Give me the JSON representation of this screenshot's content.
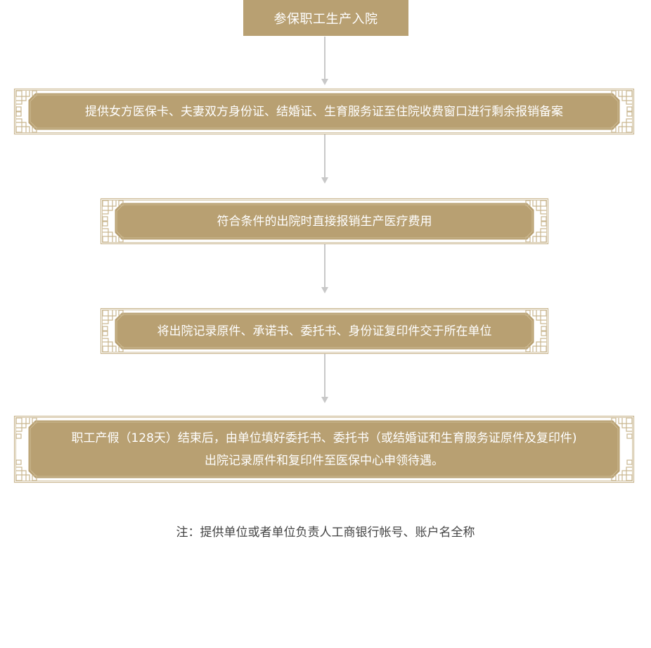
{
  "colors": {
    "box_fill": "#b8a072",
    "frame_line": "#c9b68f",
    "arrow": "#c8c8c8",
    "box_text": "#ffffff",
    "note_text": "#444444"
  },
  "flow": {
    "start_label": "参保职工生产入院",
    "steps": [
      {
        "lines": [
          "提供女方医保卡、夫妻双方身份证、结婚证、生育服务证至住院收费窗口进行剩余报销备案"
        ]
      },
      {
        "lines": [
          "符合条件的出院时直接报销生产医疗费用"
        ]
      },
      {
        "lines": [
          "将出院记录原件、承诺书、委托书、身份证复印件交于所在单位"
        ]
      },
      {
        "lines": [
          "职工产假（128天）结束后，由单位填好委托书、委托书（或结婚证和生育服务证原件及复印件)",
          "出院记录原件和复印件至医保中心申领待遇。"
        ]
      }
    ]
  },
  "note": "注：提供单位或者单位负责人工商银行帐号、账户名全称"
}
